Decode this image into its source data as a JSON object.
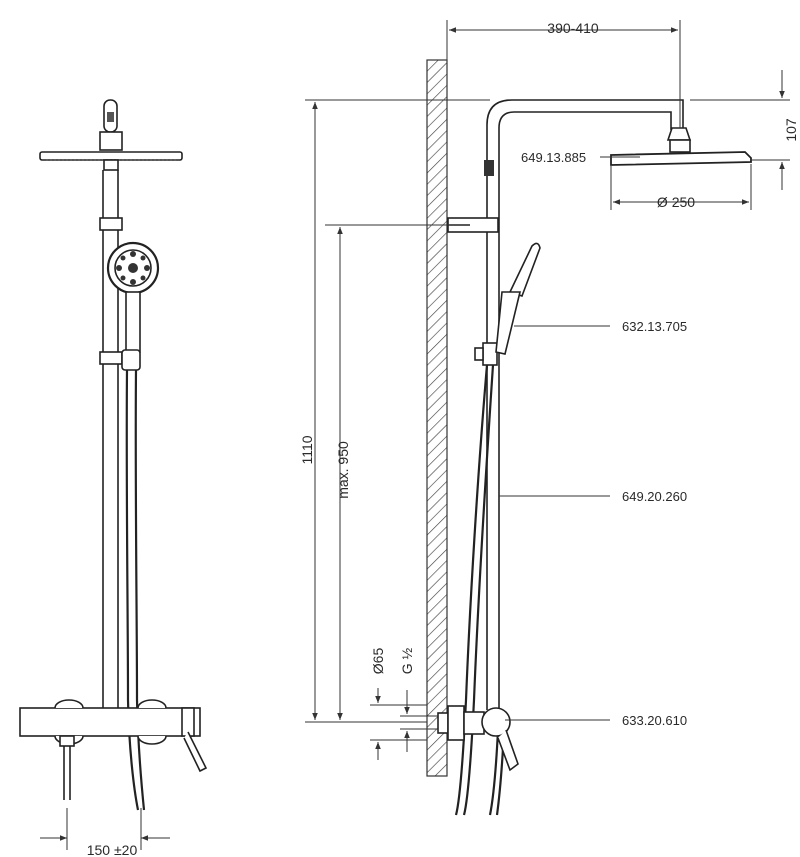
{
  "dimensions": {
    "projection_width": "390-410",
    "head_offset": "107",
    "head_diameter": "Ø 250",
    "total_height": "1110",
    "max_height": "max. 950",
    "connection_diameter": "Ø65",
    "thread": "G ½",
    "center_distance": "150 ±20"
  },
  "parts": {
    "overhead_shower": "649.13.885",
    "hand_shower": "632.13.705",
    "riser_rail": "649.20.260",
    "mixer": "633.20.610"
  }
}
